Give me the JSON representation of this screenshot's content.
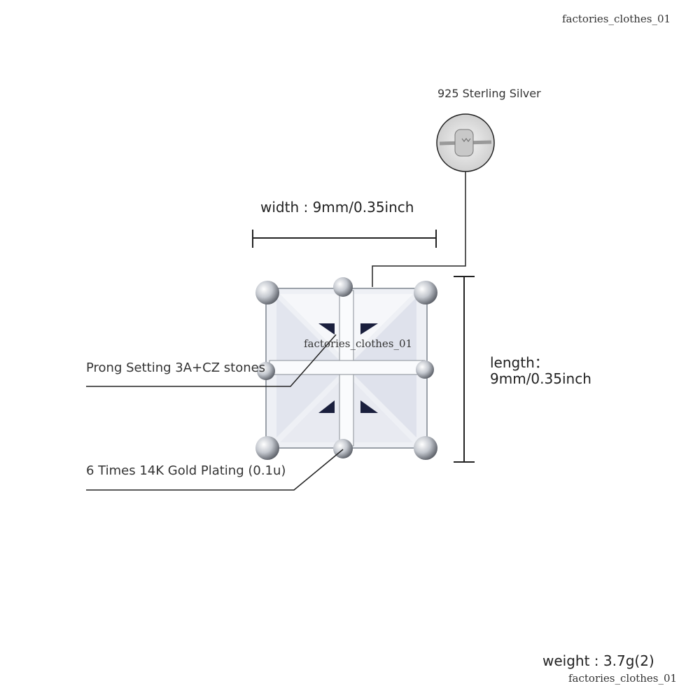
{
  "watermark": "factories_clothes_01",
  "material": {
    "label": "925 Sterling Silver"
  },
  "width": {
    "label": "width : 9mm/0.35inch"
  },
  "length": {
    "label": "length：",
    "value": "9mm/0.35inch"
  },
  "features": [
    {
      "label": "Prong Setting 3A+CZ stones"
    },
    {
      "label": "6 Times 14K Gold Plating (0.1u)"
    }
  ],
  "weight": {
    "label": "weight : 3.7g(2)"
  },
  "colors": {
    "metal": "#b8bcc4",
    "stone": "#eef0f5",
    "facet_dark": "#1a1f3d",
    "line": "#222222"
  }
}
